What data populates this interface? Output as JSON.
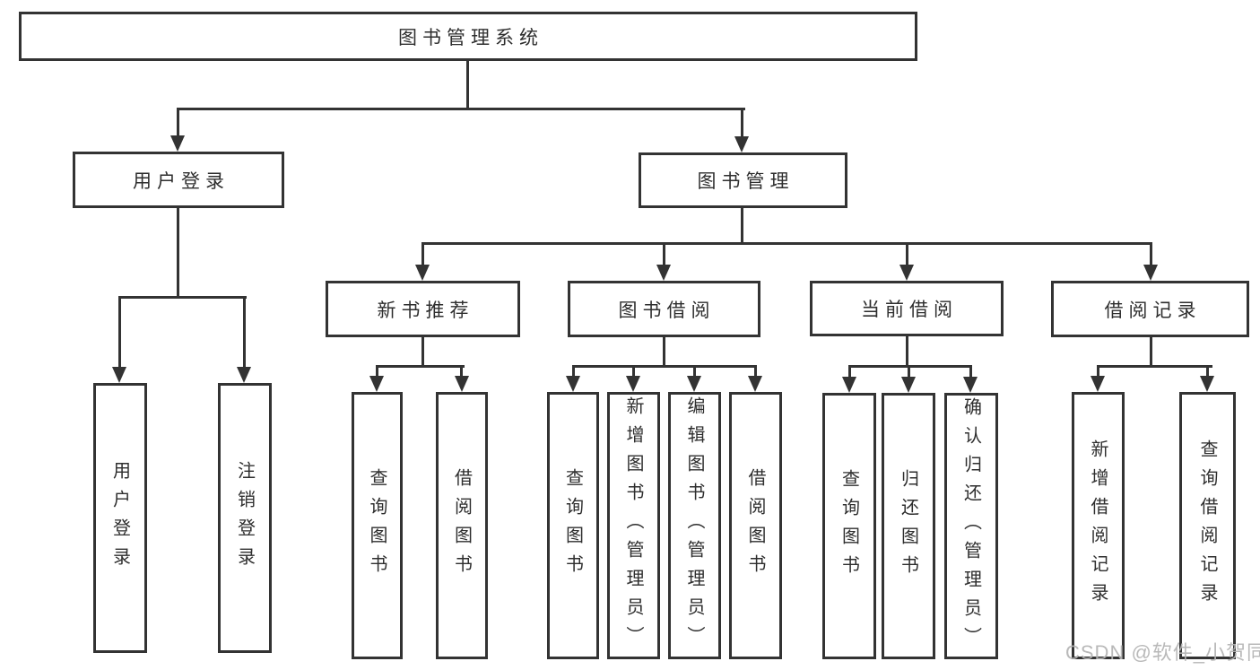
{
  "diagram": {
    "title": "图书管理系统",
    "nodes": {
      "root": "图书管理系统",
      "l2": [
        {
          "label": "用户登录"
        },
        {
          "label": "图书管理"
        }
      ],
      "l3": [
        {
          "label": "新书推荐"
        },
        {
          "label": "图书借阅"
        },
        {
          "label": "当前借阅"
        },
        {
          "label": "借阅记录"
        }
      ],
      "leaves": [
        {
          "label": "用户登录"
        },
        {
          "label": "注销登录"
        },
        {
          "label": "查询图书"
        },
        {
          "label": "借阅图书"
        },
        {
          "label": "查询图书"
        },
        {
          "label": "新增图书（管理员）"
        },
        {
          "label": "编辑图书（管理员）"
        },
        {
          "label": "借阅图书"
        },
        {
          "label": "查询图书"
        },
        {
          "label": "归还图书"
        },
        {
          "label": "确认归还（管理员）"
        },
        {
          "label": "新增借阅记录"
        },
        {
          "label": "查询借阅记录"
        }
      ]
    },
    "colors": {
      "line": "#333333",
      "text": "#2e2e2e",
      "watermark": "#b4b4b4",
      "background": "#ffffff"
    }
  },
  "watermark": "CSDN @软件_小贺同学"
}
